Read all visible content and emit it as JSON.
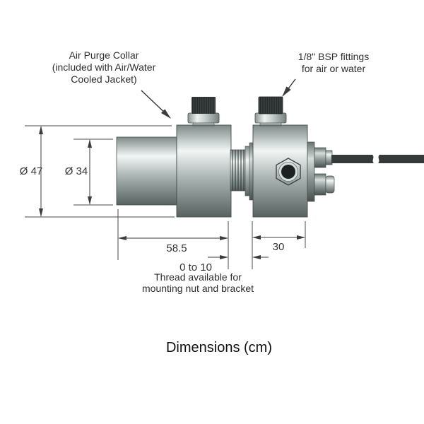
{
  "diagram": {
    "callouts": {
      "air_purge": "Air Purge Collar\n(included with Air/Water\nCooled Jacket)",
      "bsp": "1/8\" BSP fittings\nfor air or water"
    },
    "dimensions": {
      "outer_dia": "Ø 47",
      "snout_dia": "Ø 34",
      "front_length": "58.5",
      "thread_range": "0 to 10",
      "rear_length": "30",
      "thread_note": "Thread available for\nmounting nut and bracket"
    },
    "caption": "Dimensions (cm)",
    "colors": {
      "line": "#3c3c3c",
      "metal_highlight": "#f2f6f5",
      "metal_mid": "#a5afad",
      "metal_shadow": "#586361",
      "thread_cap_dark": "#3d4343",
      "cable": "#35393a",
      "port_hole": "#1d2121"
    }
  }
}
